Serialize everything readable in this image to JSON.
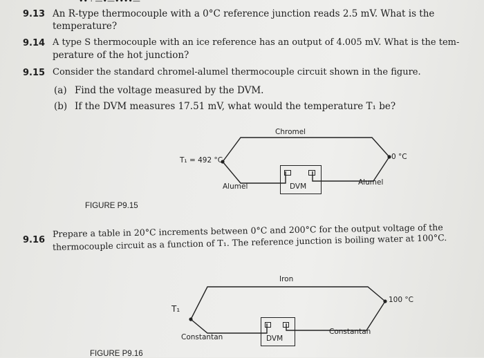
{
  "header_fragment": "••ʼ· —•—••••—",
  "problems": {
    "p13": {
      "number": "9.13",
      "line1": "An R-type thermocouple with a 0°C reference junction reads 2.5 mV. What is the",
      "line2": "temperature?"
    },
    "p14": {
      "number": "9.14",
      "line1": "A type S thermocouple with an ice reference has an output of 4.005 mV. What is the tem-",
      "line2": "perature of the hot junction?"
    },
    "p15": {
      "number": "9.15",
      "line1": "Consider the standard chromel-alumel thermocouple circuit shown in the figure.",
      "a_label": "(a)",
      "a_text": "Find the voltage measured by the DVM.",
      "b_label": "(b)",
      "b_text": "If the DVM measures 17.51 mV, what would the temperature T₁ be?"
    },
    "p16": {
      "number": "9.16",
      "line1": "Prepare a table in 20°C increments between 0°C and 200°C for the output voltage of the",
      "line2": "thermocouple circuit as a function of T₁. The reference junction is boiling water at 100°C."
    }
  },
  "figure15": {
    "caption": "FIGURE P9.15",
    "top_wire": "Chromel",
    "t1_label": "T₁ = 492 °C",
    "ref_label": "0 °C",
    "left_wire": "Alumel",
    "right_wire": "Alumel",
    "meter": "DVM"
  },
  "figure16": {
    "caption": "FIGURE P9.16",
    "top_wire": "Iron",
    "t1_label": "T₁",
    "ref_label": "100 °C",
    "left_wire": "Constantan",
    "right_wire": "Constantan",
    "meter": "DVM"
  }
}
